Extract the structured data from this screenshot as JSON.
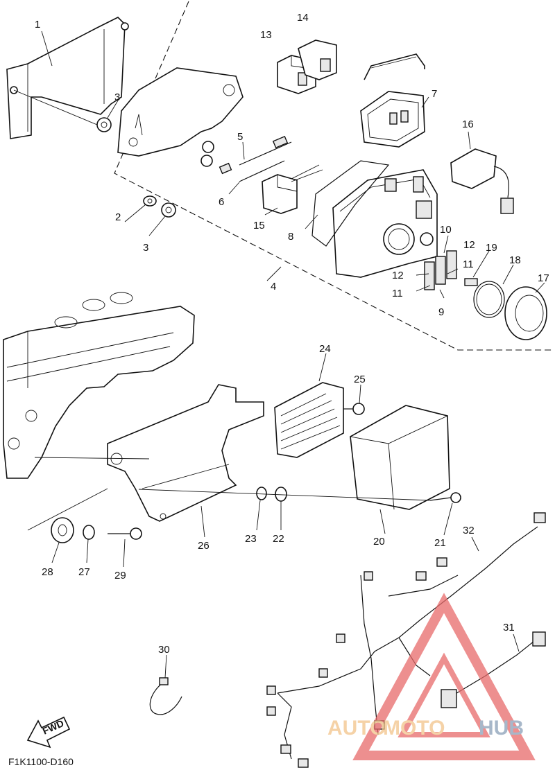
{
  "diagram": {
    "code": "F1K1100-D160",
    "fwd": "FWD",
    "labels": [
      "1",
      "2",
      "3",
      "3",
      "4",
      "5",
      "6",
      "7",
      "8",
      "9",
      "10",
      "11",
      "11",
      "12",
      "12",
      "13",
      "14",
      "15",
      "16",
      "17",
      "18",
      "19",
      "20",
      "21",
      "22",
      "23",
      "24",
      "25",
      "26",
      "27",
      "28",
      "29",
      "30",
      "31",
      "32"
    ]
  },
  "watermark": {
    "part1": "AUTO",
    "part2": "MOTO",
    "part3": "HUB",
    "color_auto": "#f2c48a",
    "color_moto": "#f2c48a",
    "color_hub": "#8aa0b8",
    "triangle_color": "#e86a6a"
  }
}
